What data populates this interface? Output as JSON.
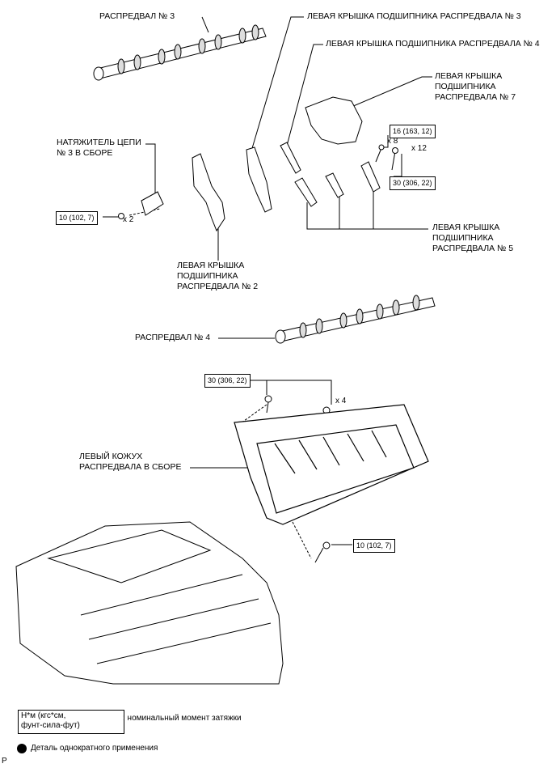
{
  "labels": {
    "camshaft3": "РАСПРЕДВАЛ № 3",
    "bearing_cap3": "ЛЕВАЯ КРЫШКА ПОДШИПНИКА РАСПРЕДВАЛА № 3",
    "bearing_cap4": "ЛЕВАЯ КРЫШКА ПОДШИПНИКА РАСПРЕДВАЛА № 4",
    "bearing_cap7": "ЛЕВАЯ КРЫШКА\nПОДШИПНИКА\nРАСПРЕДВАЛА № 7",
    "chain_tensioner": "НАТЯЖИТЕЛЬ ЦЕПИ\n№ 3 В СБОРЕ",
    "bearing_cap5": "ЛЕВАЯ КРЫШКА\nПОДШИПНИКА\nРАСПРЕДВАЛА № 5",
    "bearing_cap2": "ЛЕВАЯ КРЫШКА\nПОДШИПНИКА\nРАСПРЕДВАЛА № 2",
    "camshaft4": "РАСПРЕДВАЛ № 4",
    "housing": "ЛЕВЫЙ КОЖУХ\nРАСПРЕДВАЛА В СБОРЕ"
  },
  "torques": {
    "t_16": "16 (163, 12)",
    "t_30_caps": "30 (306, 22)",
    "t_10_tensioner": "10 (102, 7)",
    "t_30_housing": "30 (306, 22)",
    "t_10_housing": "10 (102, 7)"
  },
  "quantities": {
    "x8": "x 8",
    "x12": "x 12",
    "x2": "x 2",
    "x4": "x 4"
  },
  "legend": {
    "torque_box": "Н*м (кгс*см,\nфунт-сила-фут)",
    "torque_desc": ": номинальный момент затяжки",
    "nonreusable": "Деталь однократного применения"
  },
  "corner_mark": "P"
}
